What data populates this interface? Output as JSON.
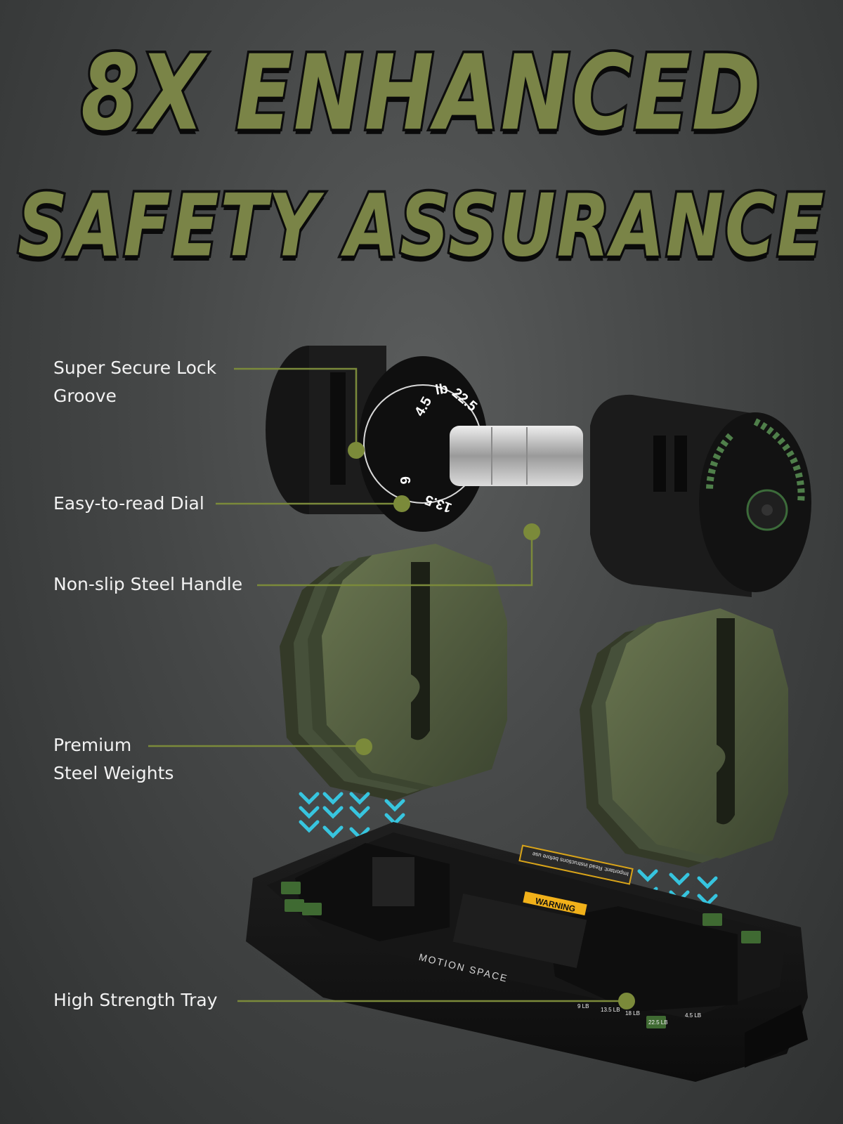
{
  "headline": {
    "line1": "8X ENHANCED",
    "line2": "SAFETY ASSURANCE"
  },
  "features": [
    {
      "line1": "Super Secure Lock",
      "line2": "Groove"
    },
    {
      "line1": "Easy-to-read Dial"
    },
    {
      "line1": "Non-slip Steel Handle"
    },
    {
      "line1": "Premium",
      "line2": "Steel Weights"
    },
    {
      "line1": "High Strength Tray"
    }
  ],
  "dial": {
    "numbers": [
      "4.5",
      "lb",
      "22.5",
      "9",
      "13.5"
    ]
  },
  "tray": {
    "brand": "MOTION SPACE",
    "warning": "WARNING",
    "notice": "Important: Read instructions before use",
    "slot_labels": [
      "4.5 LB",
      "22.5 LB",
      "18 LB",
      "13.5 LB",
      "9 LB"
    ]
  },
  "colors": {
    "accent": "#7b8a3a",
    "plate": "#525c3e",
    "cyan": "#36d3f0",
    "background": "#3f4141"
  }
}
